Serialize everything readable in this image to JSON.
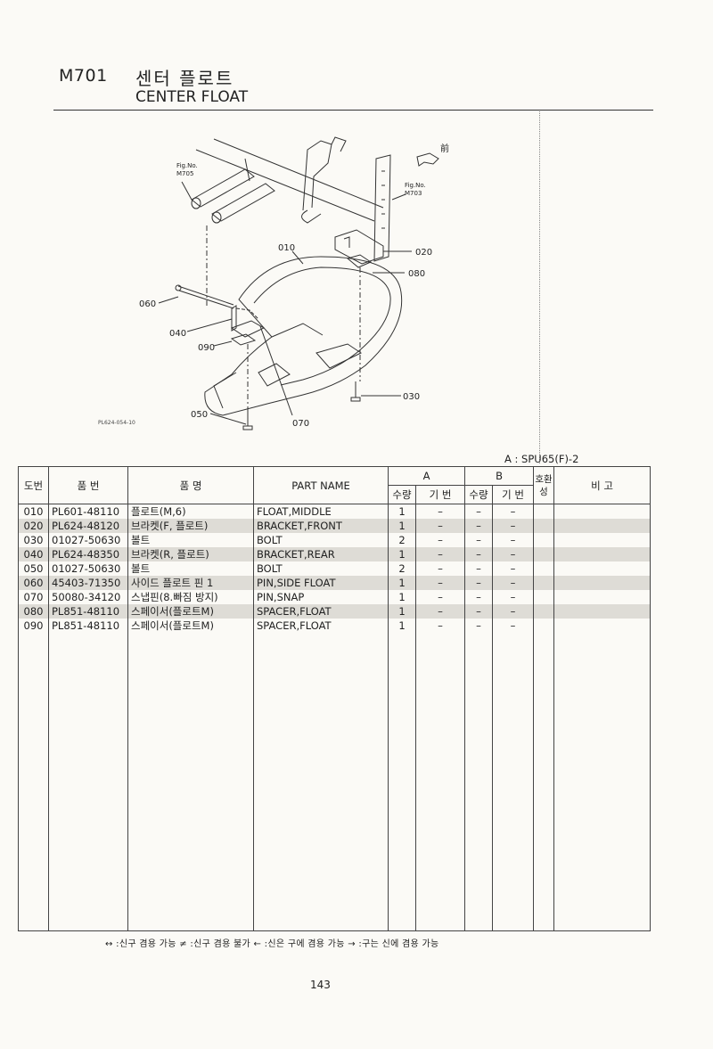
{
  "header": {
    "code": "M701",
    "title_ko": "센터 플로트",
    "title_en": "CENTER FLOAT"
  },
  "diagram": {
    "fig_refs": [
      {
        "line1": "Fig.No.",
        "line2": "M705"
      },
      {
        "line1": "Fig.No.",
        "line2": "M703"
      }
    ],
    "front_label": "前",
    "callouts": [
      "010",
      "020",
      "080",
      "060",
      "040",
      "090",
      "030",
      "050",
      "070"
    ],
    "drawing_code": "PL624-054-10"
  },
  "model_line": "A : SPU65(F)-2",
  "table": {
    "headers": {
      "no": "도번",
      "part_no": "품  번",
      "name_ko": "품   명",
      "part_name": "PART  NAME",
      "group_a": "A",
      "group_b": "B",
      "qty": "수량",
      "base_no": "기 번",
      "interchange": "호환성",
      "remarks": "비  고"
    },
    "rows": [
      {
        "no": "010",
        "part_no": "PL601-48110",
        "name_ko": "플로트(M,6)",
        "part_name": "FLOAT,MIDDLE",
        "a_qty": "1",
        "a_base": "–",
        "b_qty": "–",
        "b_base": "–",
        "shaded": false
      },
      {
        "no": "020",
        "part_no": "PL624-48120",
        "name_ko": "브라켓(F, 플로트)",
        "part_name": "BRACKET,FRONT",
        "a_qty": "1",
        "a_base": "–",
        "b_qty": "–",
        "b_base": "–",
        "shaded": true
      },
      {
        "no": "030",
        "part_no": "01027-50630",
        "name_ko": "볼트",
        "part_name": "BOLT",
        "a_qty": "2",
        "a_base": "–",
        "b_qty": "–",
        "b_base": "–",
        "shaded": false
      },
      {
        "no": "040",
        "part_no": "PL624-48350",
        "name_ko": "브라켓(R, 플로트)",
        "part_name": "BRACKET,REAR",
        "a_qty": "1",
        "a_base": "–",
        "b_qty": "–",
        "b_base": "–",
        "shaded": true
      },
      {
        "no": "050",
        "part_no": "01027-50630",
        "name_ko": "볼트",
        "part_name": "BOLT",
        "a_qty": "2",
        "a_base": "–",
        "b_qty": "–",
        "b_base": "–",
        "shaded": false
      },
      {
        "no": "060",
        "part_no": "45403-71350",
        "name_ko": "사이드 플로트 핀 1",
        "part_name": "PIN,SIDE FLOAT",
        "a_qty": "1",
        "a_base": "–",
        "b_qty": "–",
        "b_base": "–",
        "shaded": true
      },
      {
        "no": "070",
        "part_no": "50080-34120",
        "name_ko": "스냅핀(8.빠짐 방지)",
        "part_name": "PIN,SNAP",
        "a_qty": "1",
        "a_base": "–",
        "b_qty": "–",
        "b_base": "–",
        "shaded": false
      },
      {
        "no": "080",
        "part_no": "PL851-48110",
        "name_ko": "스페이서(플로트M)",
        "part_name": "SPACER,FLOAT",
        "a_qty": "1",
        "a_base": "–",
        "b_qty": "–",
        "b_base": "–",
        "shaded": true
      },
      {
        "no": "090",
        "part_no": "PL851-48110",
        "name_ko": "스페이서(플로트M)",
        "part_name": "SPACER,FLOAT",
        "a_qty": "1",
        "a_base": "–",
        "b_qty": "–",
        "b_base": "–",
        "shaded": false
      }
    ]
  },
  "legend": "↔ :신구 겸용 가능   ≠ :신구 겸용 불가   ← :신은 구에 겸용 가능   → :구는 신에 겸용 가능",
  "page_number": "143"
}
